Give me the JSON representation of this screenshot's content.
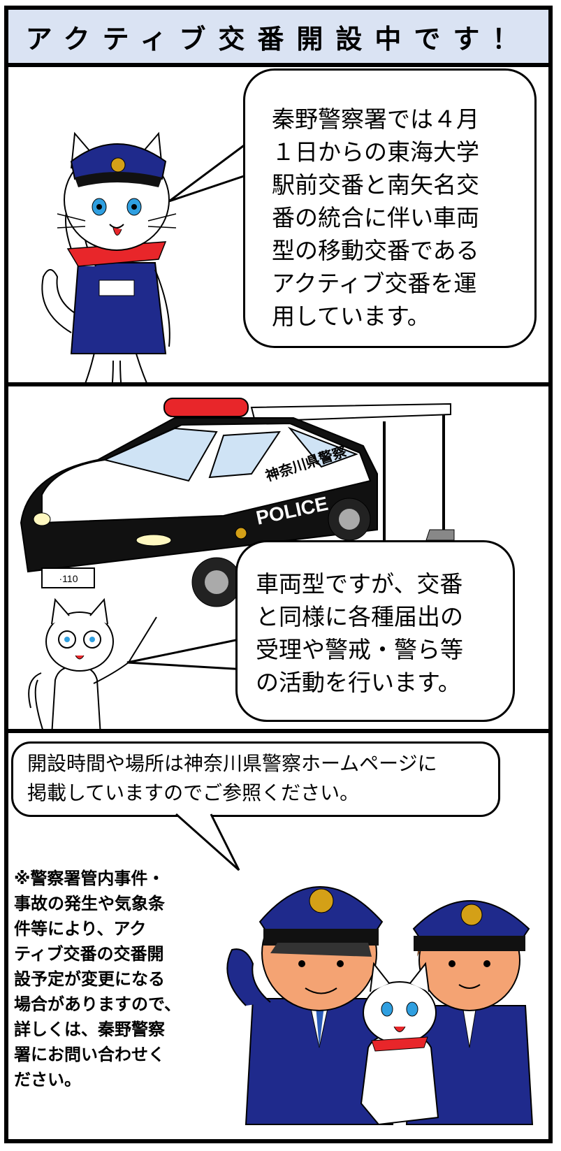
{
  "title": "アクティブ交番開設中です！",
  "panel1": {
    "speech": "秦野警察署では４月\n１日からの東海大学\n駅前交番と南矢名交\n番の統合に伴い車両\n型の移動交番である\nアクティブ交番を運\n用しています。"
  },
  "panel2": {
    "car_side_text": "神奈川県警察",
    "car_police_text": "POLICE",
    "plate_text": "·110",
    "speech": "車両型ですが、交番\nと同様に各種届出の\n受理や警戒・警ら等\nの活動を行います。"
  },
  "panel3": {
    "speech": "開設時間や場所は神奈川県警察ホームページに\n掲載していますのでご参照ください。",
    "note": "※警察署管内事件・\n事故の発生や気象条\n件等により、アク\nティブ交番の交番開\n設予定が変更になる\n場合がありますので、\n詳しくは、秦野警察\n署にお問い合わせく\nださい。"
  },
  "colors": {
    "title_bg": "#dae3f3",
    "uniform_blue": "#1f2a8c",
    "skin": "#f4a373",
    "siren_red": "#e8262a",
    "car_black": "#111111",
    "badge_gold": "#d4a017",
    "cat_eye_blue": "#2f9fe0"
  }
}
